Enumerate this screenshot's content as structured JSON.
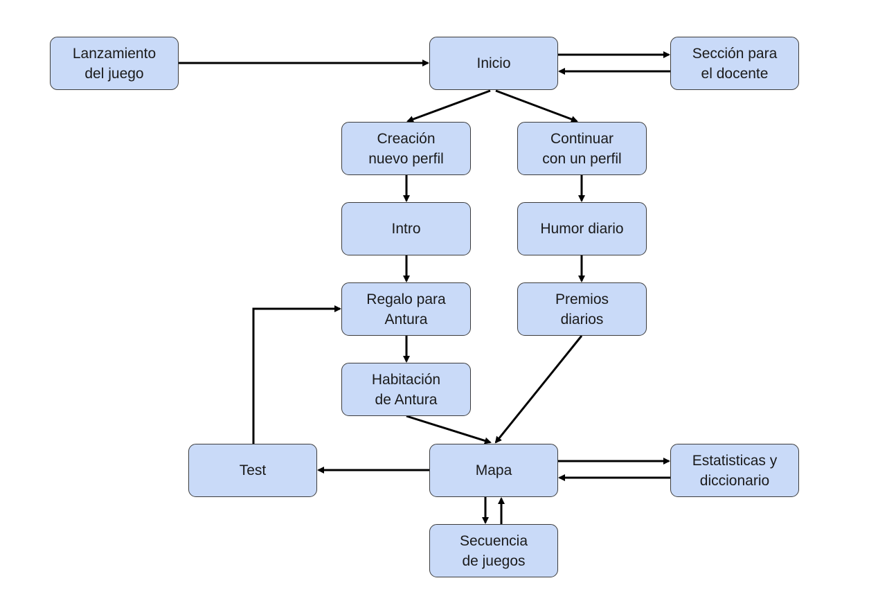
{
  "nodes": {
    "launch": "Lanzamiento\ndel juego",
    "inicio": "Inicio",
    "docente": "Sección para\nel docente",
    "creacion": "Creación\nnuevo perfil",
    "continuar": "Continuar\ncon un perfil",
    "intro": "Intro",
    "humor": "Humor diario",
    "regalo": "Regalo para\nAntura",
    "premios": "Premios\ndiarios",
    "habitacion": "Habitación\nde Antura",
    "test": "Test",
    "mapa": "Mapa",
    "estadisticas": "Estatisticas y\ndiccionario",
    "secuencia": "Secuencia\nde juegos"
  },
  "colors": {
    "node_fill": "#c9daf8",
    "node_border": "#3b3b3b",
    "arrow": "#000000"
  }
}
